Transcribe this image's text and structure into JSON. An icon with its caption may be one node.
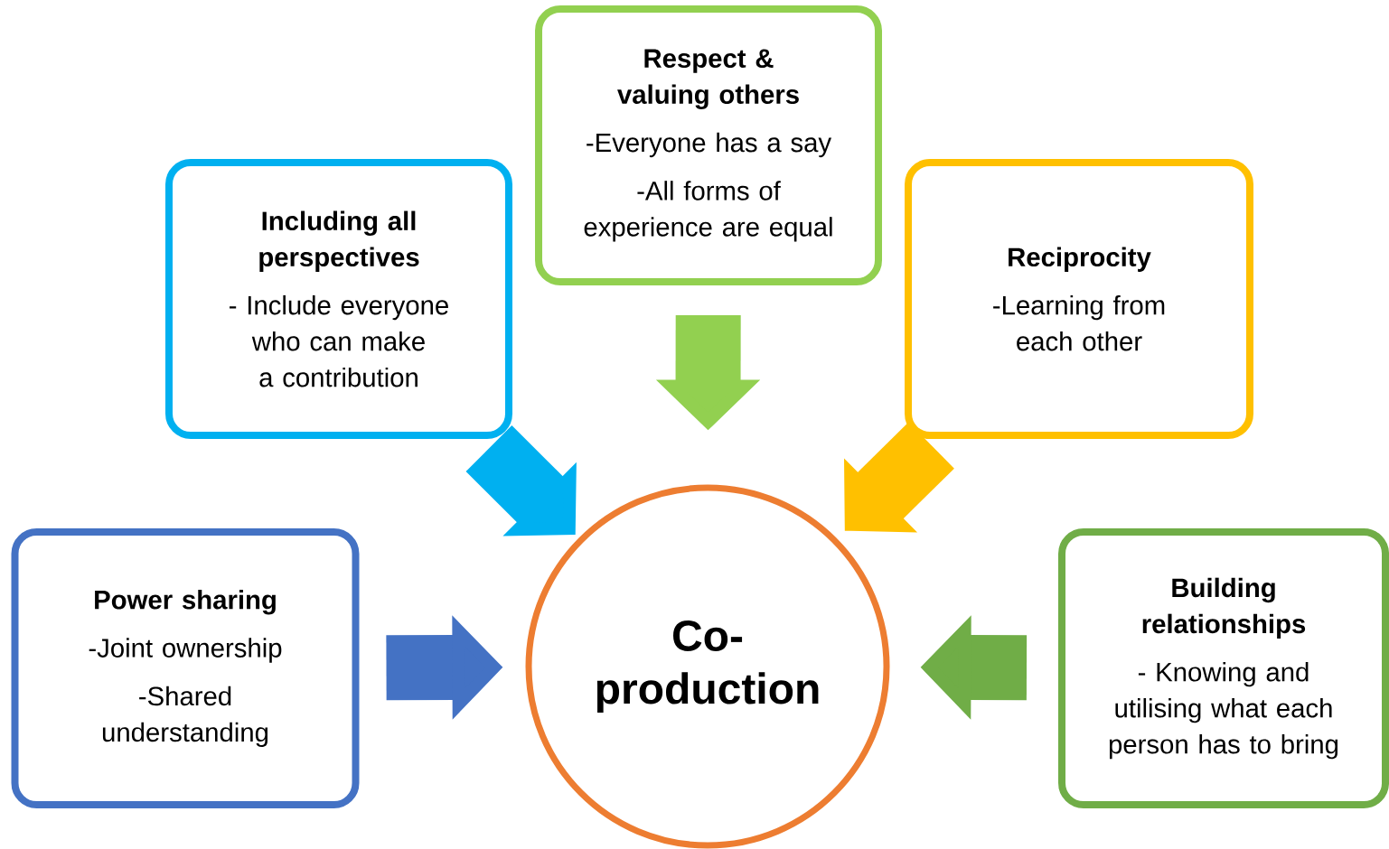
{
  "diagram": {
    "nodes": [
      {
        "text": [
          "Respect & valuing others",
          "-Everyone has a say",
          "-All forms of experience are equal"
        ]
      },
      {
        "text": [
          "Including all perspectives",
          "- Include everyone who can make a contribution"
        ]
      },
      {
        "text": [
          "Reciprocity",
          "-Learning from each other"
        ]
      },
      {
        "text": [
          "Power sharing",
          "-Joint ownership",
          "-Shared understanding"
        ]
      },
      {
        "text": [
          "Co- production"
        ]
      },
      {
        "text": [
          "Building relationships",
          "- Knowing and utilising what each person has to bring"
        ]
      }
    ],
    "edges": [
      {
        "from": 0,
        "to": 4,
        "arrow": "to",
        "color": "#92d050"
      },
      {
        "from": 1,
        "to": 4,
        "arrow": "to",
        "color": "#00b0f0"
      },
      {
        "from": 2,
        "to": 4,
        "arrow": "to",
        "color": "#ffc000"
      },
      {
        "from": 3,
        "to": 4,
        "arrow": "to",
        "color": "#4472c4"
      },
      {
        "from": 5,
        "to": 4,
        "arrow": "to",
        "color": "#70ad47"
      }
    ]
  }
}
